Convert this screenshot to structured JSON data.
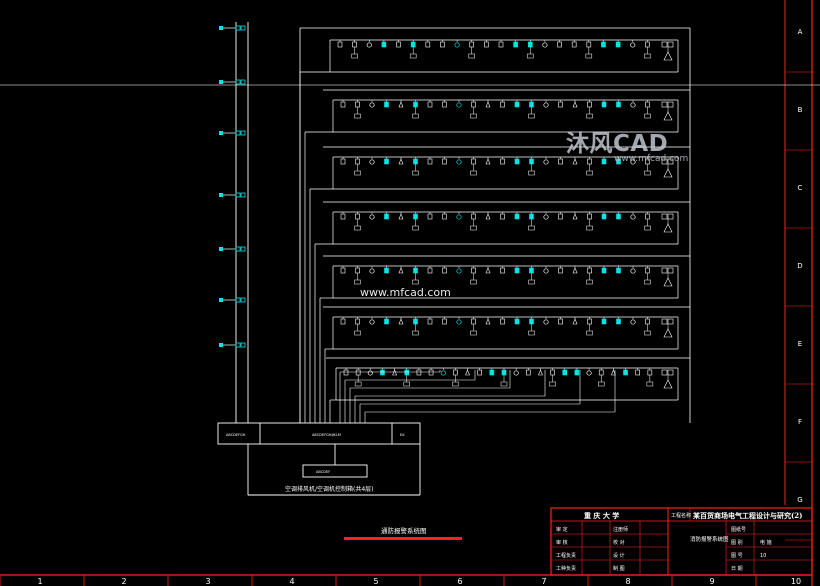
{
  "watermark": {
    "logo_text": "沐风CAD",
    "logo_sub": "www.mfcad.com",
    "url": "www.mfcad.com"
  },
  "drawing": {
    "panel_label_left": "ABCDEFGH",
    "panel_label_mid": "ABCDEFGHIJKLM",
    "panel_label_right": "Ed",
    "sub_panel_label": "ABCDEF",
    "bottom_caption": "空调排风机/空调机控制箱(共4层)",
    "diagram_title": "通防报警系统图"
  },
  "title_block": {
    "company": "重 庆 大 学",
    "project_label": "工程名称",
    "project_name": "某百货商场电气工程设计与研究(2)",
    "rows": [
      {
        "left": "审 定",
        "mid": "注册师"
      },
      {
        "left": "审 核",
        "mid": "校 对"
      },
      {
        "left": "工程负责",
        "mid": "设 计"
      },
      {
        "left": "工种负责",
        "mid": "制 图"
      }
    ],
    "drawing_name": "消防报警系统图",
    "right_rows": [
      {
        "label": "图纸号",
        "value": ""
      },
      {
        "label": "图 别",
        "value": "电 施"
      },
      {
        "label": "图 号",
        "value": "10"
      },
      {
        "label": "日 期",
        "value": ""
      }
    ]
  },
  "grid_numbers": [
    "1",
    "2",
    "3",
    "4",
    "5",
    "6",
    "7",
    "8",
    "9",
    "10"
  ],
  "grid_letters": [
    "A",
    "B",
    "C",
    "D",
    "E",
    "F",
    "G"
  ],
  "colors": {
    "line": "#ffffff",
    "device_cyan": "#00e5e5",
    "frame_red": "#ff2020",
    "red_bar": "#ff2020"
  }
}
